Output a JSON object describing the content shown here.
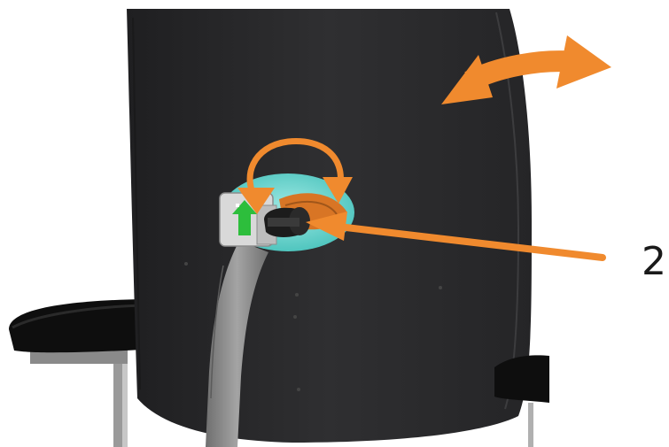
{
  "figure": {
    "callout_number": "2",
    "components": [
      {
        "name": "chair-backrest",
        "icon": "backrest-shape"
      },
      {
        "name": "lumbar-adjustment-knob",
        "icon": "knob-icon"
      },
      {
        "name": "tilt-direction-arrow",
        "icon": "double-headed-curved-arrow-icon"
      },
      {
        "name": "rotation-arrow",
        "icon": "circular-rotation-arrow-icon"
      },
      {
        "name": "callout-pointer-arrow",
        "icon": "pointer-arrow-icon"
      }
    ],
    "colors": {
      "accent_orange": "#F08A2E",
      "backrest_dark": "#2B2B2D",
      "mechanism_cyan": "#6ED6D0",
      "indicator_green": "#2DBE3C",
      "frame_gray": "#8E8E8E",
      "armrest_black": "#111111"
    }
  }
}
